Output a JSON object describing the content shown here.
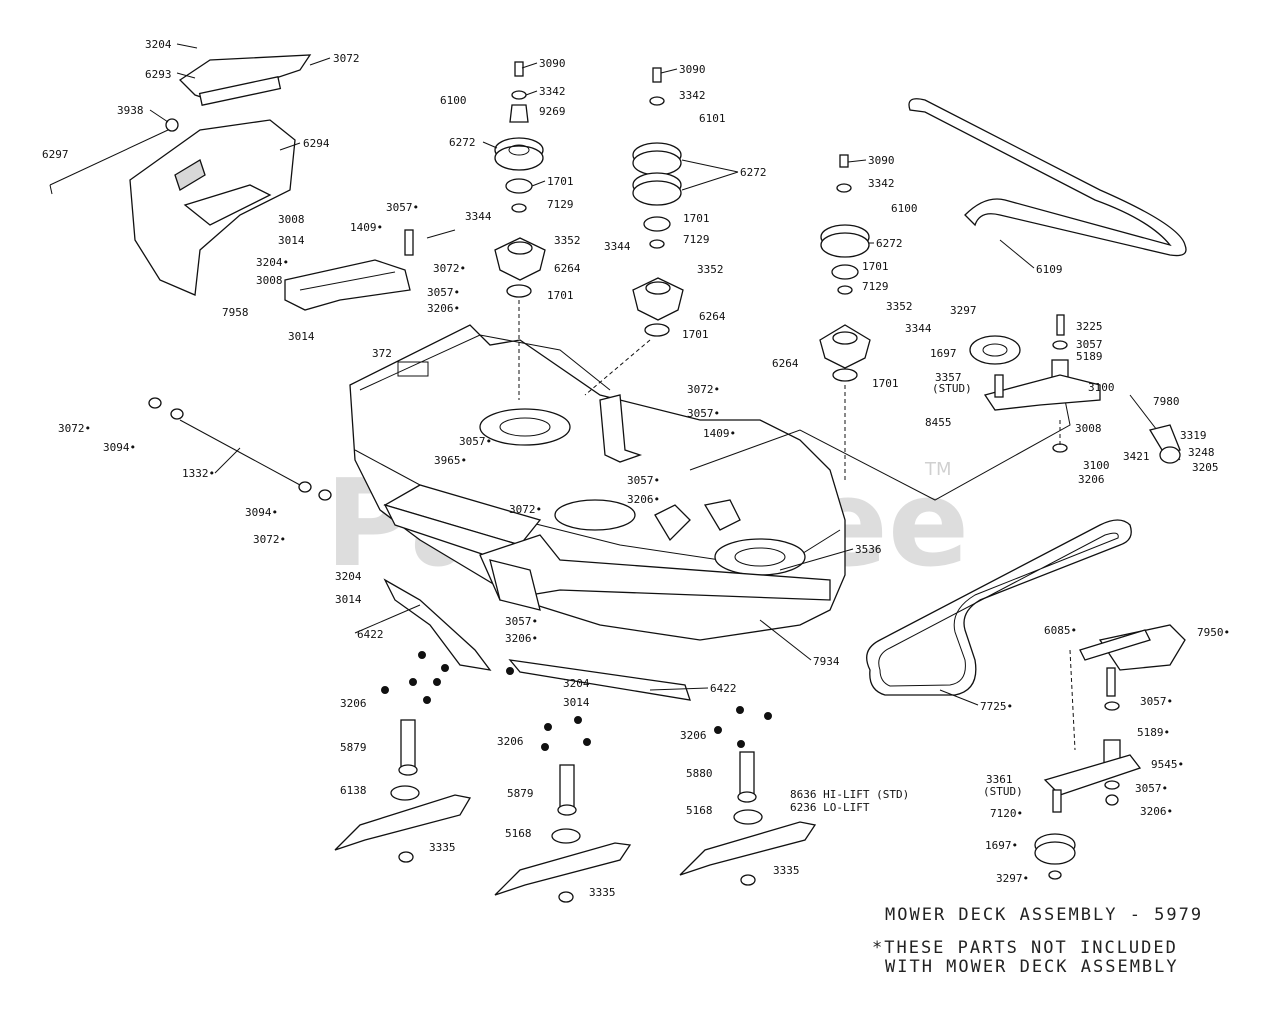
{
  "diagram": {
    "title": "MOWER DECK ASSEMBLY - 5979",
    "note_line1": "*THESE PARTS NOT INCLUDED",
    "note_line2": "WITH MOWER DECK ASSEMBLY",
    "watermark": "PartsTree",
    "watermark_tm": "TM"
  },
  "callouts": [
    {
      "id": "c1",
      "text": "3204"
    },
    {
      "id": "c2",
      "text": "6293"
    },
    {
      "id": "c3",
      "text": "3072"
    },
    {
      "id": "c4",
      "text": "3938"
    },
    {
      "id": "c5",
      "text": "6297"
    },
    {
      "id": "c6",
      "text": "6294"
    },
    {
      "id": "c7",
      "text": "3008"
    },
    {
      "id": "c8",
      "text": "3014"
    },
    {
      "id": "c9",
      "text": "3090"
    },
    {
      "id": "c10",
      "text": "3342"
    },
    {
      "id": "c11",
      "text": "6100"
    },
    {
      "id": "c12",
      "text": "9269"
    },
    {
      "id": "c13",
      "text": "6272"
    },
    {
      "id": "c14",
      "text": "1701"
    },
    {
      "id": "c15",
      "text": "7129"
    },
    {
      "id": "c16",
      "text": "3344"
    },
    {
      "id": "c17",
      "text": "3352"
    },
    {
      "id": "c18",
      "text": "6264"
    },
    {
      "id": "c19",
      "text": "1701"
    },
    {
      "id": "c20",
      "text": "3090"
    },
    {
      "id": "c21",
      "text": "3342"
    },
    {
      "id": "c22",
      "text": "6101"
    },
    {
      "id": "c23",
      "text": "6272"
    },
    {
      "id": "c24",
      "text": "1701"
    },
    {
      "id": "c25",
      "text": "7129"
    },
    {
      "id": "c26",
      "text": "3344"
    },
    {
      "id": "c27",
      "text": "3352"
    },
    {
      "id": "c28",
      "text": "6264"
    },
    {
      "id": "c29",
      "text": "1701"
    },
    {
      "id": "c30",
      "text": "3090"
    },
    {
      "id": "c31",
      "text": "3342"
    },
    {
      "id": "c32",
      "text": "6100"
    },
    {
      "id": "c33",
      "text": "6272"
    },
    {
      "id": "c34",
      "text": "1701"
    },
    {
      "id": "c35",
      "text": "7129"
    },
    {
      "id": "c36",
      "text": "3352"
    },
    {
      "id": "c37",
      "text": "3344"
    },
    {
      "id": "c38",
      "text": "6264"
    },
    {
      "id": "c39",
      "text": "1701"
    },
    {
      "id": "c40",
      "text": "6109"
    },
    {
      "id": "c41",
      "text": "3297"
    },
    {
      "id": "c42",
      "text": "3225"
    },
    {
      "id": "c43",
      "text": "3057"
    },
    {
      "id": "c44",
      "text": "1697"
    },
    {
      "id": "c45",
      "text": "5189"
    },
    {
      "id": "c46",
      "text": "3357"
    },
    {
      "id": "c47",
      "text": "(STUD)"
    },
    {
      "id": "c48",
      "text": "3100"
    },
    {
      "id": "c49",
      "text": "7980"
    },
    {
      "id": "c50",
      "text": "8455"
    },
    {
      "id": "c51",
      "text": "3008"
    },
    {
      "id": "c52",
      "text": "3319"
    },
    {
      "id": "c53",
      "text": "3421"
    },
    {
      "id": "c54",
      "text": "3248"
    },
    {
      "id": "c55",
      "text": "3205"
    },
    {
      "id": "c56",
      "text": "3100"
    },
    {
      "id": "c57",
      "text": "3206"
    },
    {
      "id": "c58",
      "text": "1409•"
    },
    {
      "id": "c59",
      "text": "3057•"
    },
    {
      "id": "c60",
      "text": "3072•"
    },
    {
      "id": "c61",
      "text": "3204•"
    },
    {
      "id": "c62",
      "text": "3008"
    },
    {
      "id": "c63",
      "text": "3057•"
    },
    {
      "id": "c64",
      "text": "3206•"
    },
    {
      "id": "c65",
      "text": "7958"
    },
    {
      "id": "c66",
      "text": "3014"
    },
    {
      "id": "c67",
      "text": "372"
    },
    {
      "id": "c68",
      "text": "3072•"
    },
    {
      "id": "c69",
      "text": "3094•"
    },
    {
      "id": "c70",
      "text": "1332•"
    },
    {
      "id": "c71",
      "text": "3094•"
    },
    {
      "id": "c72",
      "text": "3072•"
    },
    {
      "id": "c73",
      "text": "3072•"
    },
    {
      "id": "c74",
      "text": "3057•"
    },
    {
      "id": "c75",
      "text": "1409•"
    },
    {
      "id": "c76",
      "text": "3057•"
    },
    {
      "id": "c77",
      "text": "3965•"
    },
    {
      "id": "c78",
      "text": "3072•"
    },
    {
      "id": "c79",
      "text": "3057•"
    },
    {
      "id": "c80",
      "text": "3206•"
    },
    {
      "id": "c81",
      "text": "3536"
    },
    {
      "id": "c82",
      "text": "3204"
    },
    {
      "id": "c83",
      "text": "3014"
    },
    {
      "id": "c84",
      "text": "6422"
    },
    {
      "id": "c85",
      "text": "3057•"
    },
    {
      "id": "c86",
      "text": "3206•"
    },
    {
      "id": "c87",
      "text": "7934"
    },
    {
      "id": "c88",
      "text": "3204"
    },
    {
      "id": "c89",
      "text": "3014"
    },
    {
      "id": "c90",
      "text": "6422"
    },
    {
      "id": "c91",
      "text": "3206"
    },
    {
      "id": "c92",
      "text": "3206"
    },
    {
      "id": "c93",
      "text": "3206"
    },
    {
      "id": "c94",
      "text": "5879"
    },
    {
      "id": "c95",
      "text": "6138"
    },
    {
      "id": "c96",
      "text": "3335"
    },
    {
      "id": "c97",
      "text": "5879"
    },
    {
      "id": "c98",
      "text": "5168"
    },
    {
      "id": "c99",
      "text": "3335"
    },
    {
      "id": "c100",
      "text": "5880"
    },
    {
      "id": "c101",
      "text": "5168"
    },
    {
      "id": "c102",
      "text": "8636 HI-LIFT (STD)"
    },
    {
      "id": "c103",
      "text": "6236 LO-LIFT"
    },
    {
      "id": "c104",
      "text": "3335"
    },
    {
      "id": "c105",
      "text": "7725•"
    },
    {
      "id": "c106",
      "text": "6085•"
    },
    {
      "id": "c107",
      "text": "7950•"
    },
    {
      "id": "c108",
      "text": "3057•"
    },
    {
      "id": "c109",
      "text": "5189•"
    },
    {
      "id": "c110",
      "text": "9545•"
    },
    {
      "id": "c111",
      "text": "3361"
    },
    {
      "id": "c112",
      "text": "(STUD)"
    },
    {
      "id": "c113",
      "text": "7120•"
    },
    {
      "id": "c114",
      "text": "3057•"
    },
    {
      "id": "c115",
      "text": "3206•"
    },
    {
      "id": "c116",
      "text": "1697•"
    },
    {
      "id": "c117",
      "text": "3297•"
    }
  ]
}
